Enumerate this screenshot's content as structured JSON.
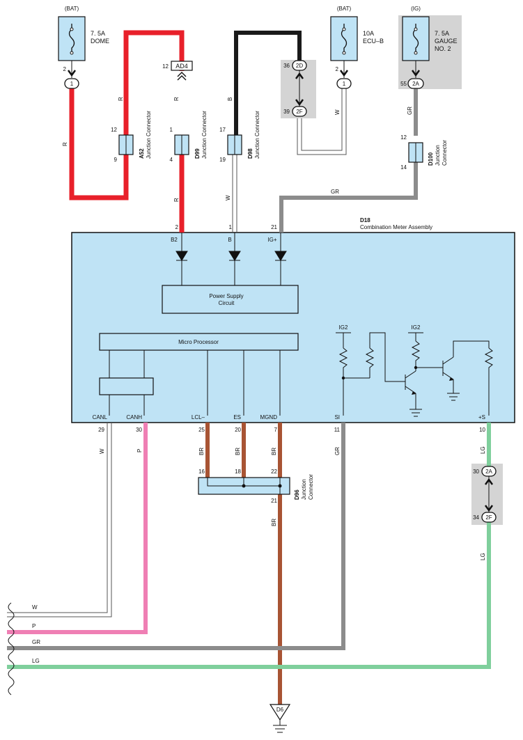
{
  "fuses": {
    "dome": {
      "source": "(BAT)",
      "rating": "7. 5A",
      "name": "DOME",
      "pin": "2",
      "conn": "1"
    },
    "ecub": {
      "source": "(BAT)",
      "rating": "10A",
      "name": "ECU–B",
      "pin": "2",
      "conn": "1"
    },
    "gauge": {
      "source": "(IG)",
      "rating": "7. 5A",
      "name1": "GAUGE",
      "name2": "NO. 2",
      "pin": "55",
      "conn": "2A"
    }
  },
  "connectors": {
    "a52": {
      "id": "A52",
      "desc": "Junction Connector",
      "pin_top": "12",
      "pin_bottom": "9"
    },
    "d99": {
      "id": "D99",
      "desc": "Junction Connector",
      "pin_top": "1",
      "pin_bottom": "4"
    },
    "d98": {
      "id": "D98",
      "desc": "Junction Connector",
      "pin_top": "17",
      "pin_bottom": "19"
    },
    "d100": {
      "id": "D100",
      "desc1": "Junction",
      "desc2": "Connector",
      "pin_top": "12",
      "pin_bottom": "14"
    },
    "d96": {
      "id": "D96",
      "desc1": "Junction",
      "desc2": "Connector",
      "pin16": "16",
      "pin18": "18",
      "pin22": "22",
      "pin21": "21"
    },
    "ad4": {
      "id": "AD4",
      "pin": "12"
    },
    "top_inline": {
      "upper": "2D",
      "lower": "2F",
      "pin_upper": "36",
      "pin_lower": "39"
    },
    "lg_inline": {
      "upper": "2A",
      "lower": "2F",
      "pin_upper": "30",
      "pin_lower": "34"
    }
  },
  "meter": {
    "id": "D18",
    "name": "Combination Meter Assembly",
    "top_pins": [
      {
        "num": "2",
        "label": "B2"
      },
      {
        "num": "1",
        "label": "B"
      },
      {
        "num": "21",
        "label": "IG+"
      }
    ],
    "power_supply": [
      "Power Supply",
      "Circuit"
    ],
    "micro": "Micro Processor",
    "ig2": "IG2",
    "bottom_pins": [
      {
        "num": "29",
        "label": "CANL"
      },
      {
        "num": "30",
        "label": "CANH"
      },
      {
        "num": "25",
        "label": "LCL–"
      },
      {
        "num": "20",
        "label": "ES"
      },
      {
        "num": "7",
        "label": "MGND"
      },
      {
        "num": "11",
        "label": "SI"
      },
      {
        "num": "10",
        "label": "+S"
      }
    ]
  },
  "wire_colors": {
    "r": "R",
    "w": "W",
    "b": "B",
    "gr": "GR",
    "p": "P",
    "br": "BR",
    "lg": "LG"
  },
  "ground": "D6",
  "colors": {
    "red": "#e8202a",
    "black": "#1a1a1a",
    "gray": "#8c8c8c",
    "pink": "#ef7fb4",
    "brown": "#a85434",
    "green": "#7fcf9c",
    "meter_fill": "#bfe3f5",
    "shade": "#d4d4d4",
    "connector_fill": "#bfe3f5"
  }
}
